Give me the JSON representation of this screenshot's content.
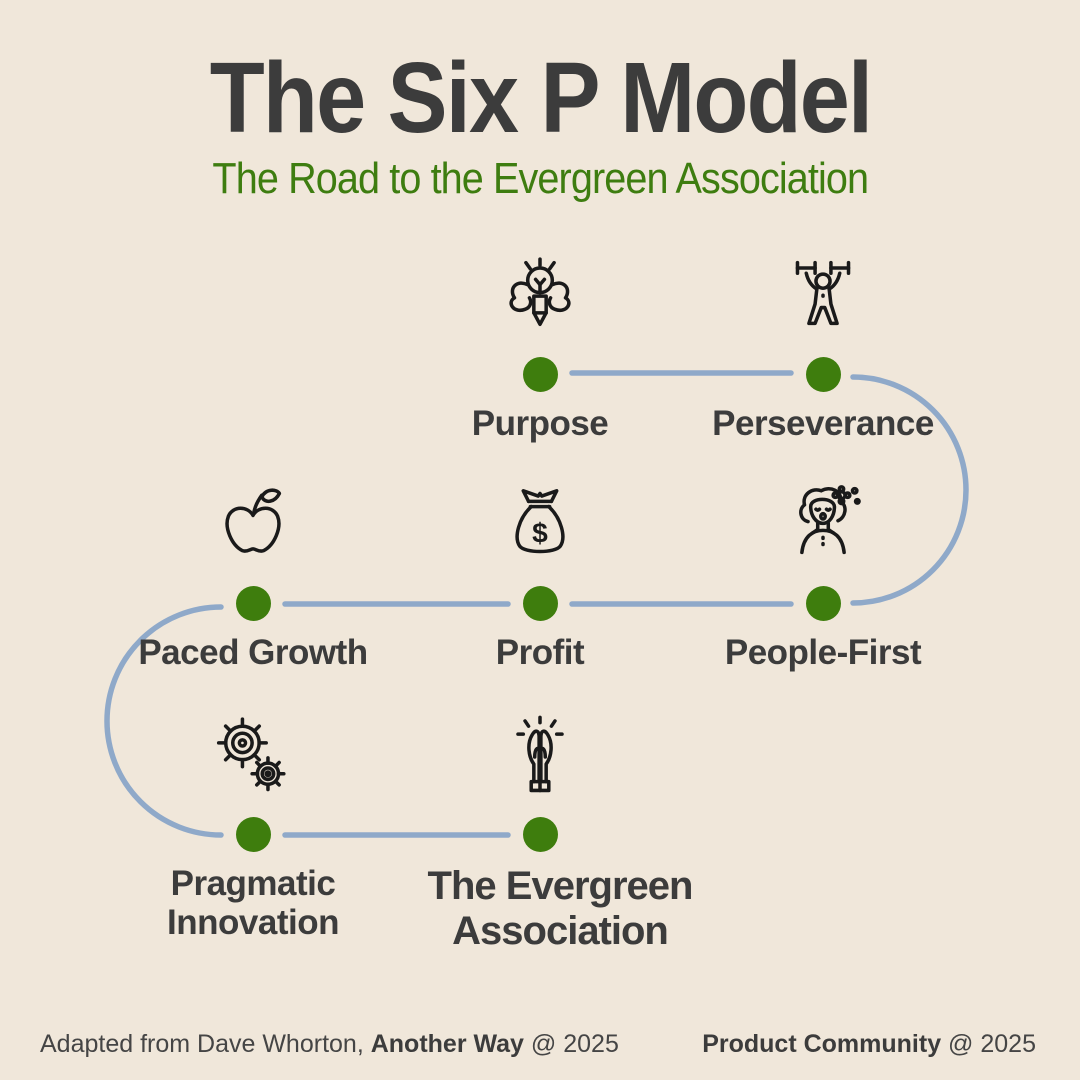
{
  "header": {
    "title": "The Six P Model",
    "subtitle": "The Road to the Evergreen Association"
  },
  "nodes": [
    {
      "id": "purpose",
      "label": "Purpose",
      "icon": "lightbulb-strength-icon"
    },
    {
      "id": "perseverance",
      "label": "Perseverance",
      "icon": "weightlifter-icon"
    },
    {
      "id": "paced-growth",
      "label": "Paced Growth",
      "icon": "apple-icon"
    },
    {
      "id": "profit",
      "label": "Profit",
      "icon": "money-bag-icon"
    },
    {
      "id": "people-first",
      "label": "People-First",
      "icon": "woman-flower-icon"
    },
    {
      "id": "pragmatic-innovation",
      "label": "Pragmatic Innovation",
      "icon": "gears-icon"
    },
    {
      "id": "evergreen-association",
      "label": "The Evergreen Association",
      "icon": "praying-hands-icon"
    }
  ],
  "icon_glyphs": {
    "money_bag_symbol": "$"
  },
  "footer": {
    "left_prefix": "Adapted from Dave Whorton, ",
    "left_emphasis": "Another Way",
    "left_suffix": " @ 2025",
    "right_emphasis": "Product Community",
    "right_suffix": " @ 2025"
  },
  "colors": {
    "background": "#F0E7DA",
    "title_text": "#3C3C3C",
    "accent_green": "#3E7D10",
    "road_blue": "#8FA9C9",
    "dot_green": "#3E7D0D",
    "label_text": "#3C3C3C",
    "footer_text": "#454545",
    "icon_stroke": "#1A1A1A"
  }
}
